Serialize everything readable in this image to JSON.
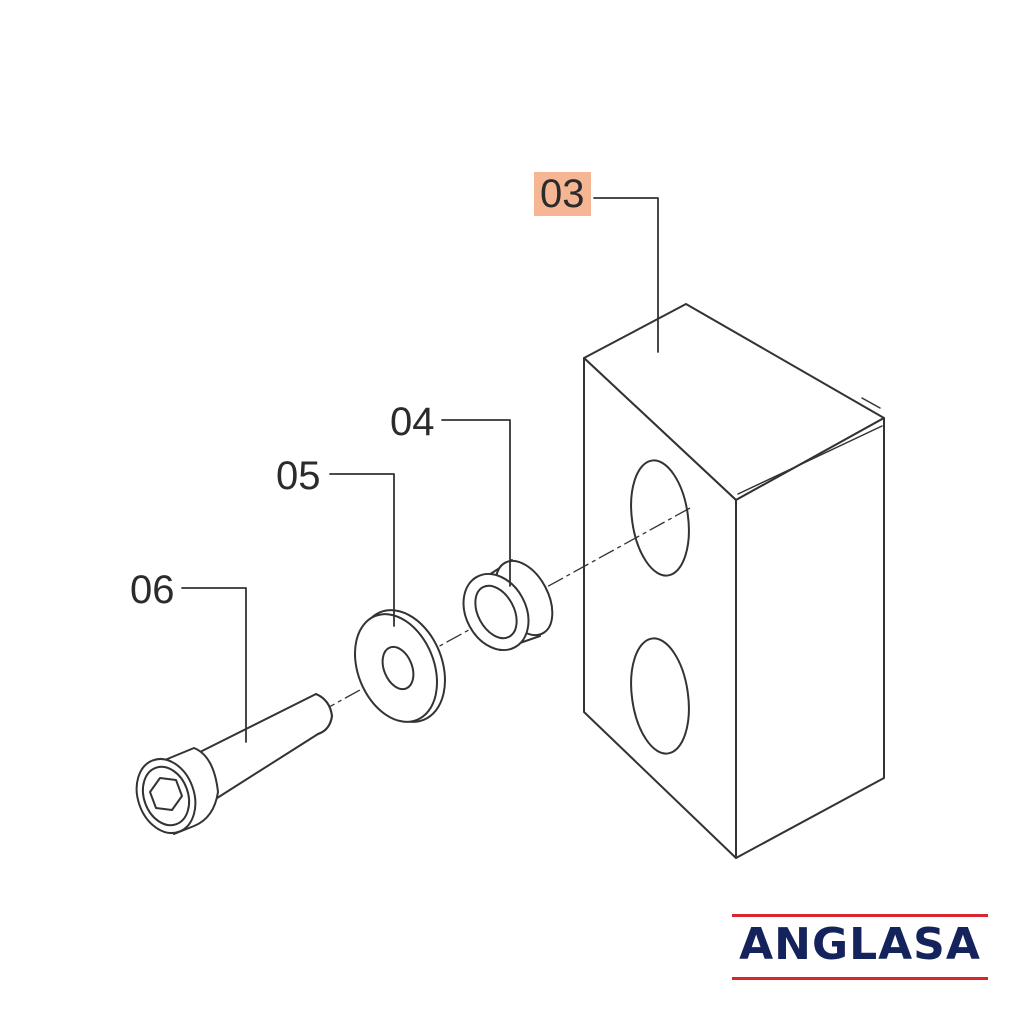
{
  "callouts": {
    "p03": "03",
    "p04": "04",
    "p05": "05",
    "p06": "06"
  },
  "highlight_color": "#f6b693",
  "brand": {
    "name": "ANGLASA",
    "text_color": "#14235b",
    "rule_color": "#d8262f"
  }
}
